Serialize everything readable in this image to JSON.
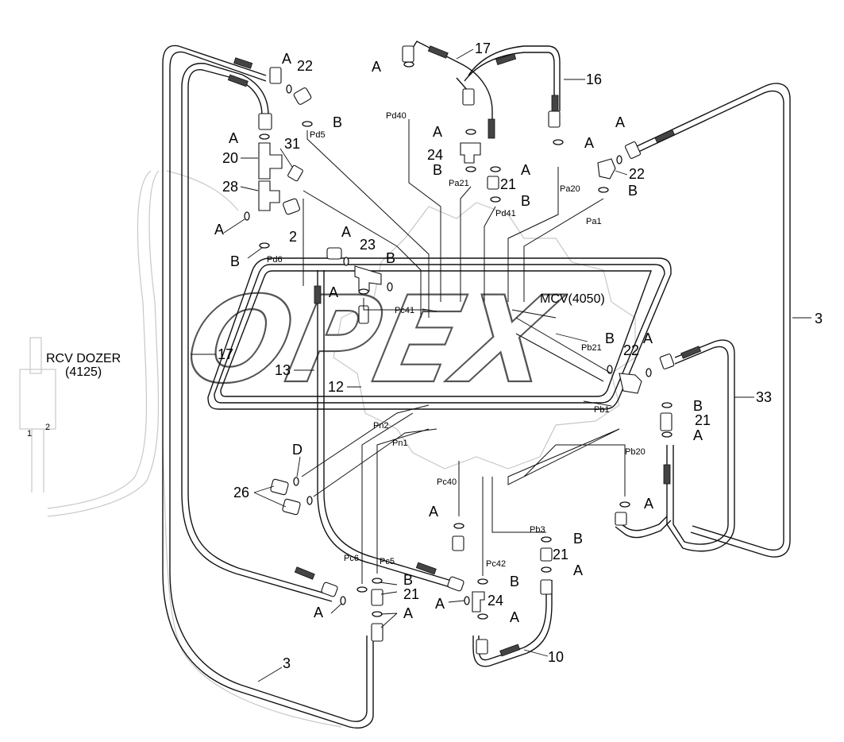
{
  "watermark": "OPEX",
  "valve_label": "MCV(4050)",
  "rcv_label_line1": "RCV DOZER",
  "rcv_label_line2": "(4125)",
  "rcv_port_1": "1",
  "rcv_port_2": "2",
  "part_numbers": [
    "17",
    "16",
    "22",
    "20",
    "31",
    "28",
    "2",
    "23",
    "13",
    "12",
    "3",
    "24",
    "21",
    "33",
    "26",
    "10"
  ],
  "letters": [
    "A",
    "B",
    "D"
  ],
  "ports": [
    "Pd5",
    "Pd40",
    "Pd41",
    "Pa21",
    "Pa20",
    "Pa1",
    "Pd6",
    "Pc41",
    "Pb21",
    "Pb1",
    "Pb20",
    "Pb3",
    "Pn2",
    "Pn1",
    "Pc40",
    "Pc42",
    "Pc6",
    "Pc5"
  ]
}
